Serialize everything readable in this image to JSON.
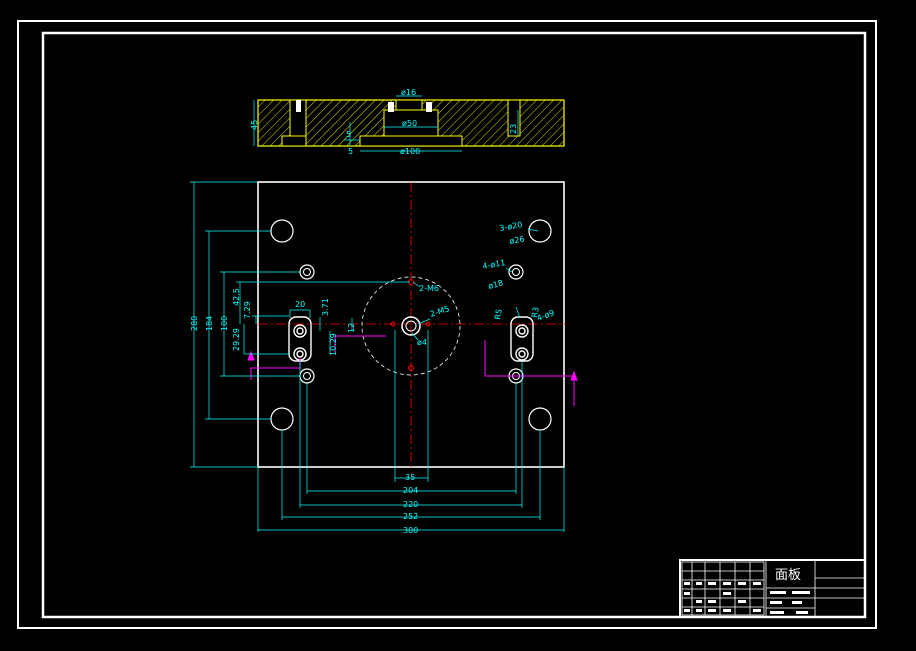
{
  "title_block": {
    "part_name": "面板"
  },
  "section_view": {
    "top_diameter": "ø16",
    "middle_diameter": "ø50",
    "bottom_diameter": "ø100",
    "left_height": "45",
    "right_depth": "23",
    "small_5a": "5",
    "small_5b": "5"
  },
  "plan_view": {
    "bottom_dims": [
      "35",
      "204",
      "220",
      "252",
      "300"
    ],
    "left_dims": [
      "280",
      "184",
      "100",
      "42.5",
      "7.29",
      "29.29"
    ],
    "hole_dims": {
      "width_20": "20",
      "r371": "3.71",
      "d1029": "10.29",
      "d12": "12"
    },
    "notes": {
      "m6": "2-M6",
      "m5": "2-M5",
      "d4": "ø4",
      "holes_20": "3-ø20",
      "d26": "ø26",
      "holes_11": "4-ø11",
      "d18": "ø18",
      "r5": "R5",
      "r3": "R3",
      "holes_9": "4-ø9"
    }
  },
  "colors": {
    "frame": "#ffffff",
    "dimension": "#00ffff",
    "section": "#ffff00",
    "centerline": "#ff0000",
    "cutting_plane": "#ff00ff"
  }
}
